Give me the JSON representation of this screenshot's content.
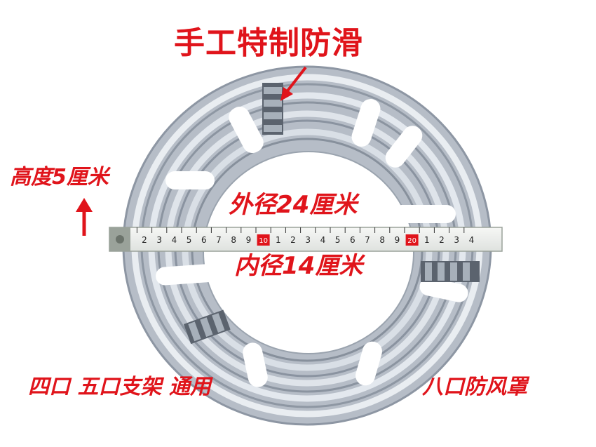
{
  "labels": {
    "title": "手工特制防滑",
    "height": "高度5厘米",
    "outer_diameter": "外径24厘米",
    "inner_diameter": "内径14厘米",
    "compat": "四口 五口支架 通用",
    "windshield": "八口防风罩"
  },
  "ruler": {
    "digits_before_10": [
      "2",
      "3",
      "4",
      "5",
      "6",
      "7",
      "8",
      "9"
    ],
    "mark_10": "10",
    "digits_before_20": [
      "1",
      "2",
      "3",
      "4",
      "5",
      "6",
      "7",
      "8",
      "9"
    ],
    "mark_20": "20",
    "digits_after_20": [
      "1",
      "2",
      "3",
      "4"
    ]
  },
  "colors": {
    "caption": "#e0141b",
    "metal": "#c9ced6",
    "ruler_body": "#eef0ee"
  },
  "icons": {
    "up_arrow": "up-arrow-icon",
    "pointer_arrow": "down-arrow-icon"
  }
}
